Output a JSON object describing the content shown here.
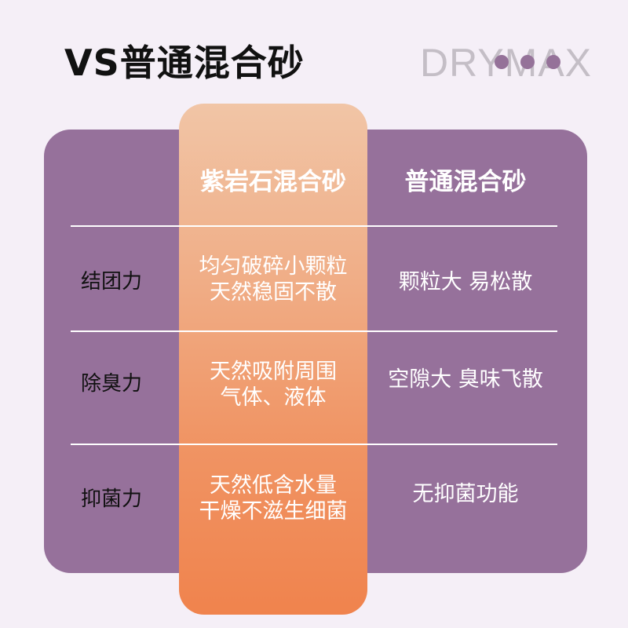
{
  "header": {
    "title": "VS普通混合砂",
    "brand": "DRYMAX",
    "dots_icon": "three-dots-icon"
  },
  "colors": {
    "background": "#f5eff7",
    "panel": "#96719b",
    "highlight_top": "#f1c5a6",
    "highlight_bottom": "#f0834d",
    "brand_text": "#c4bec6",
    "dots": "#957299"
  },
  "table": {
    "columns": [
      {
        "label": ""
      },
      {
        "label": "紫岩石混合砂"
      },
      {
        "label": "普通混合砂"
      }
    ],
    "rows": [
      {
        "label": "结团力",
        "highlight": [
          "均匀破碎小颗粒",
          "天然稳固不散"
        ],
        "ordinary": [
          "颗粒大 易松散"
        ]
      },
      {
        "label": "除臭力",
        "highlight": [
          "天然吸附周围",
          "气体、液体"
        ],
        "ordinary": [
          "空隙大 臭味飞散"
        ]
      },
      {
        "label": "抑菌力",
        "highlight": [
          "天然低含水量",
          "干燥不滋生细菌"
        ],
        "ordinary": [
          "无抑菌功能"
        ]
      }
    ]
  }
}
